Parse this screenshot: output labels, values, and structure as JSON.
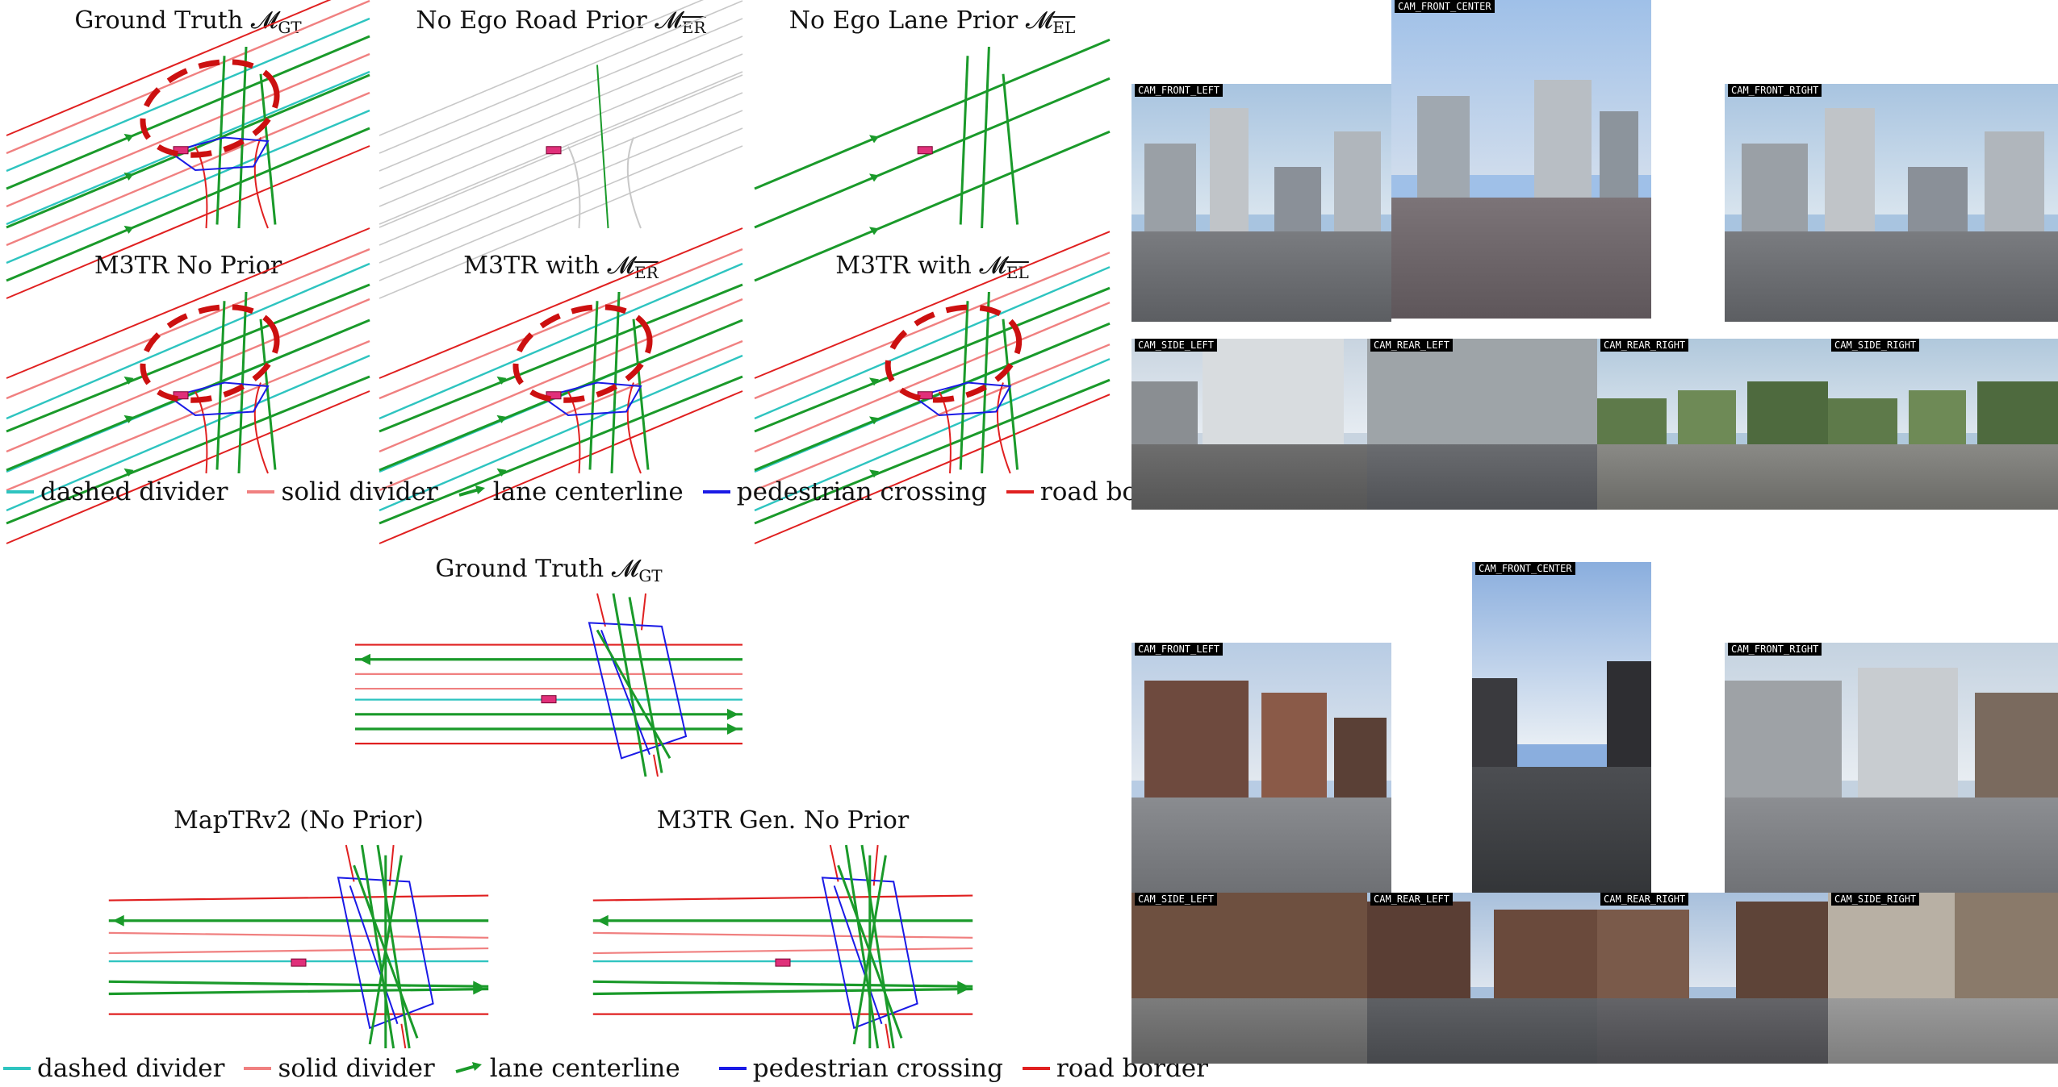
{
  "figure_top": {
    "panels": [
      {
        "title": "Ground Truth ",
        "math": "𝓜",
        "sub": "GT",
        "sub_bar": false
      },
      {
        "title": "No Ego Road Prior ",
        "math": "𝓜",
        "sub": "ER",
        "sub_bar": true
      },
      {
        "title": "No Ego Lane Prior ",
        "math": "𝓜",
        "sub": "EL",
        "sub_bar": true
      },
      {
        "title": "M3TR No Prior",
        "math": "",
        "sub": "",
        "sub_bar": false
      },
      {
        "title": "M3TR with ",
        "math": "𝓜",
        "sub": "ER",
        "sub_bar": true
      },
      {
        "title": "M3TR with ",
        "math": "𝓜",
        "sub": "EL",
        "sub_bar": true
      }
    ]
  },
  "figure_bottom": {
    "panels": [
      {
        "title": "Ground Truth ",
        "math": "𝓜",
        "sub": "GT",
        "sub_bar": false
      },
      {
        "title": "MapTRv2 (No Prior)",
        "math": "",
        "sub": "",
        "sub_bar": false
      },
      {
        "title": "M3TR Gen. No Prior",
        "math": "",
        "sub": "",
        "sub_bar": false
      }
    ]
  },
  "legend": {
    "dashed_divider": "dashed divider",
    "solid_divider": "solid divider",
    "lane_centerline": "lane centerline",
    "pedestrian_crossing": "pedestrian crossing",
    "road_border": "road border"
  },
  "colors": {
    "dashed_divider": "#2ec4c0",
    "solid_divider": "#f08080",
    "lane_centerline": "#1a9a2a",
    "pedestrian_crossing": "#1a1ae6",
    "road_border": "#e02020",
    "highlight": "#cc1010",
    "gray_prior": "#c8c8c8"
  },
  "cameras": {
    "front_left": "CAM_FRONT_LEFT",
    "front_center": "CAM_FRONT_CENTER",
    "front_right": "CAM_FRONT_RIGHT",
    "side_left": "CAM_SIDE_LEFT",
    "rear_left": "CAM_REAR_LEFT",
    "rear_right": "CAM_REAR_RIGHT",
    "side_right": "CAM_SIDE_RIGHT"
  }
}
